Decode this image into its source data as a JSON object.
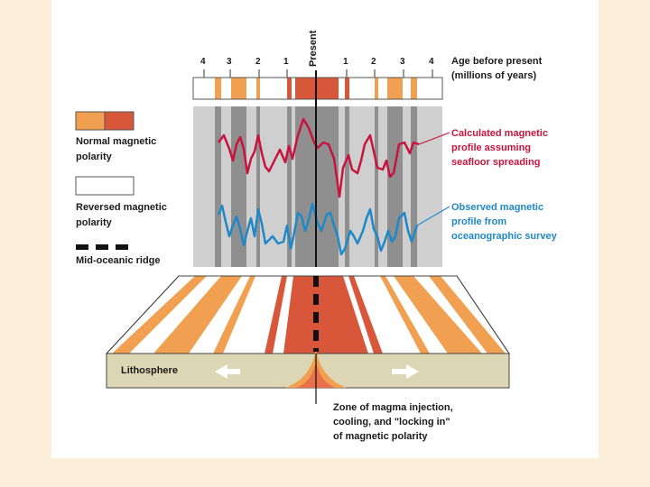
{
  "present_label": "Present",
  "age_ticks": [
    "4",
    "3",
    "2",
    "1",
    "1",
    "2",
    "3",
    "4"
  ],
  "age_caption_line1": "Age before present",
  "age_caption_line2": "(millions of years)",
  "legend": {
    "normal_line1": "Normal magnetic",
    "normal_line2": "polarity",
    "reversed_line1": "Reversed magnetic",
    "reversed_line2": "polarity",
    "ridge": "Mid-oceanic ridge"
  },
  "calculated_label": [
    "Calculated magnetic",
    "profile assuming",
    "seafloor spreading"
  ],
  "observed_label": [
    "Observed magnetic",
    "profile from",
    "oceanographic survey"
  ],
  "lithosphere_label": "Lithosphere",
  "zone_label": [
    "Zone of magma injection,",
    "cooling, and \"locking in\"",
    "of magnetic polarity"
  ],
  "colors": {
    "normal_light": "#f0a050",
    "normal_dark": "#d8573a",
    "calculated_curve": "#c8143c",
    "observed_curve": "#1e88c8",
    "background": "#fbefd9"
  }
}
